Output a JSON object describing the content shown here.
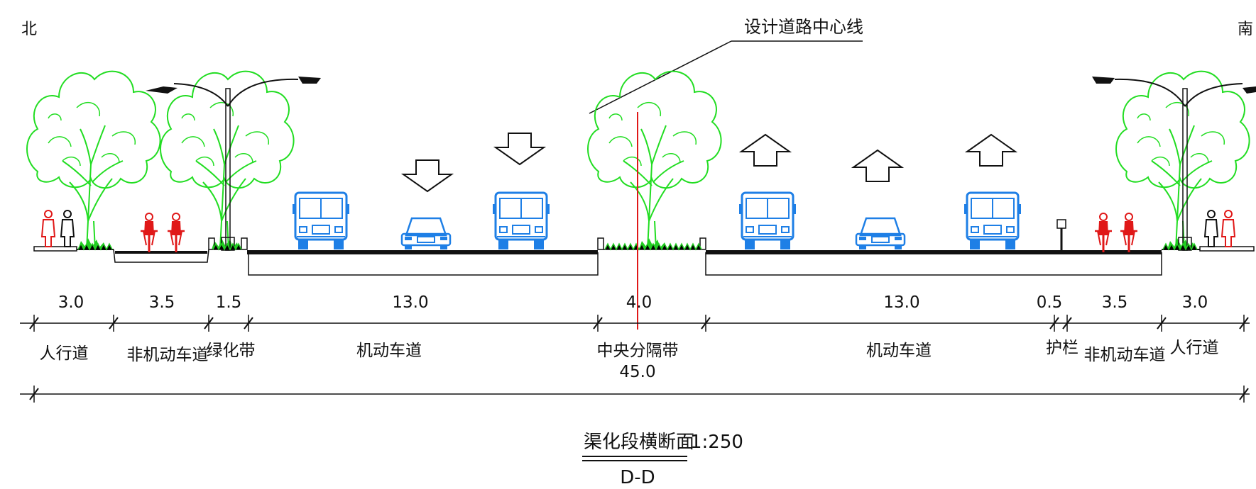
{
  "drawing": {
    "north_label": "北",
    "south_label": "南",
    "centerline_label": "设计道路中心线",
    "title": "渠化段横断面",
    "scale": "1:250",
    "section_id": "D-D",
    "total_width": "45.0"
  },
  "segments": [
    {
      "width": "3.0",
      "name": "人行道"
    },
    {
      "width": "3.5",
      "name": "非机动车道"
    },
    {
      "width": "1.5",
      "name": "绿化带"
    },
    {
      "width": "13.0",
      "name": "机动车道"
    },
    {
      "width": "4.0",
      "name": "中央分隔带"
    },
    {
      "width": "13.0",
      "name": "机动车道"
    },
    {
      "width": "0.5",
      "name": "护栏"
    },
    {
      "width": "3.5",
      "name": "非机动车道"
    },
    {
      "width": "3.0",
      "name": "人行道"
    }
  ],
  "colors": {
    "tree": "#22dd22",
    "vehicle": "#1e7fe6",
    "person": "#e01818",
    "centerline": "#e01818",
    "line": "#111111"
  }
}
